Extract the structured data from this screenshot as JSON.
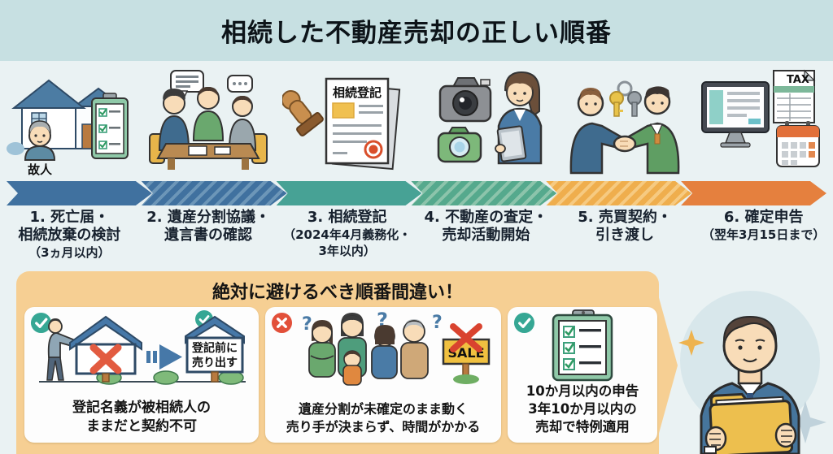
{
  "title": "相続した不動産売却の正しい順番",
  "steps": [
    {
      "line1": "1. 死亡届・",
      "line2": "相続放棄の検討",
      "note": "（3ヵ月以内）",
      "illus_label": "故人"
    },
    {
      "line1": "2. 遺産分割協議・",
      "line2": "遺言書の確認"
    },
    {
      "line1": "3. 相続登記",
      "note1": "（2024年4月義務化・",
      "note2": "3年以内）",
      "doc_title": "相続登記"
    },
    {
      "line1": "4. 不動産の査定・",
      "line2": "売却活動開始"
    },
    {
      "line1": "5. 売買契約・",
      "line2": "引き渡し"
    },
    {
      "line1": "6. 確定申告",
      "note": "（翌年3月15日まで）",
      "doc_label": "TAX"
    }
  ],
  "warning": {
    "title": "絶対に避けるべき順番間違い！",
    "cards": [
      {
        "status": "check",
        "sign_line1": "登記前に",
        "sign_line2": "売り出す",
        "caption_line1": "登記名義が被相続人の",
        "caption_line2": "ままだと契約不可"
      },
      {
        "status": "cross",
        "sale_sign": "SALE",
        "question_mark": "?",
        "caption_line1": "遺産分割が未確定のまま動く",
        "caption_line2": "売り手が決まらず、時間がかかる"
      },
      {
        "status": "check",
        "caption_line1": "10か月以内の申告",
        "caption_line2": "3年10か月以内の",
        "caption_line3": "売却で特例適用"
      }
    ]
  },
  "colors": {
    "title_band": "#c7e0e2",
    "background": "#eaf2f3",
    "warning_panel": "#f6cf93",
    "arrow_blue": "#40719f",
    "arrow_teal": "#47a295",
    "arrow_green": "#55a98d",
    "arrow_yellow": "#efae4d",
    "arrow_orange": "#e5803e",
    "check_green": "#36a794",
    "cross_red": "#e2503a"
  }
}
